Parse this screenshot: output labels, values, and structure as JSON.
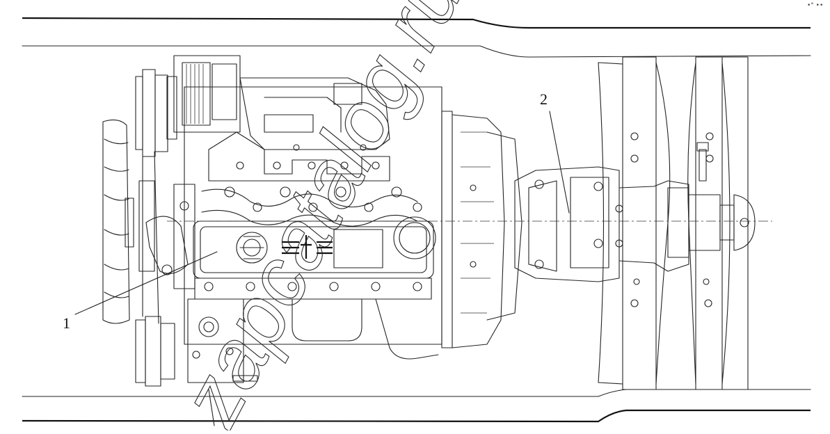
{
  "diagram": {
    "callouts": [
      {
        "id": "1",
        "label": "1"
      },
      {
        "id": "2",
        "label": "2"
      }
    ],
    "watermark": "zapcatalog.ru",
    "corner_mark": "•° ••"
  }
}
